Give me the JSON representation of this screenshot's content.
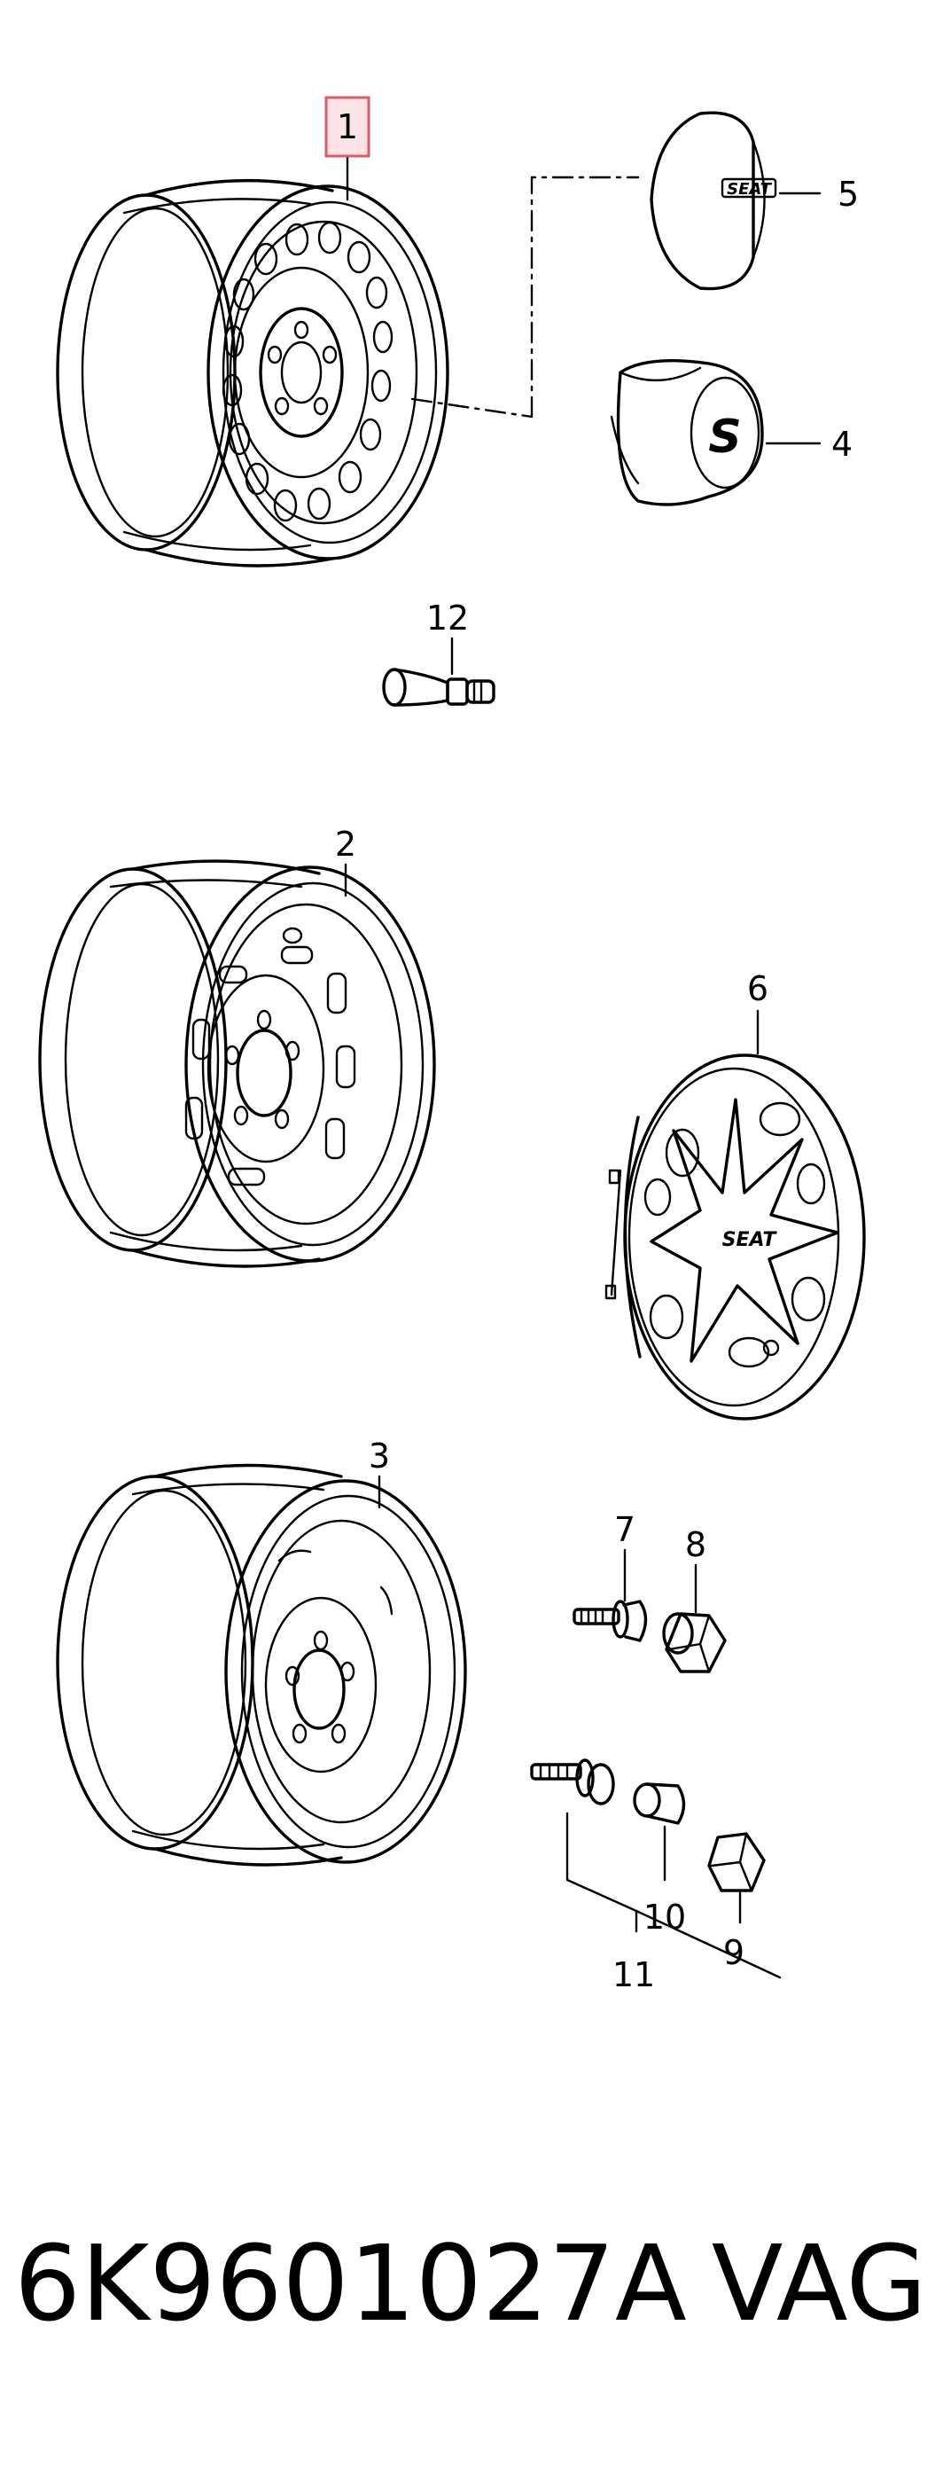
{
  "callouts": {
    "c1": "1",
    "c2": "2",
    "c3": "3",
    "c4": "4",
    "c5": "5",
    "c6": "6",
    "c7": "7",
    "c8": "8",
    "c9": "9",
    "c10": "10",
    "c11": "11",
    "c12": "12"
  },
  "logos": {
    "cap5": "SEAT",
    "cover6": "SEAT",
    "cap4": "S"
  },
  "highlight": {
    "callout": "1",
    "color": "#e05a6a"
  },
  "footer": {
    "part_number": "6K9601027A",
    "brand": "VAG"
  }
}
